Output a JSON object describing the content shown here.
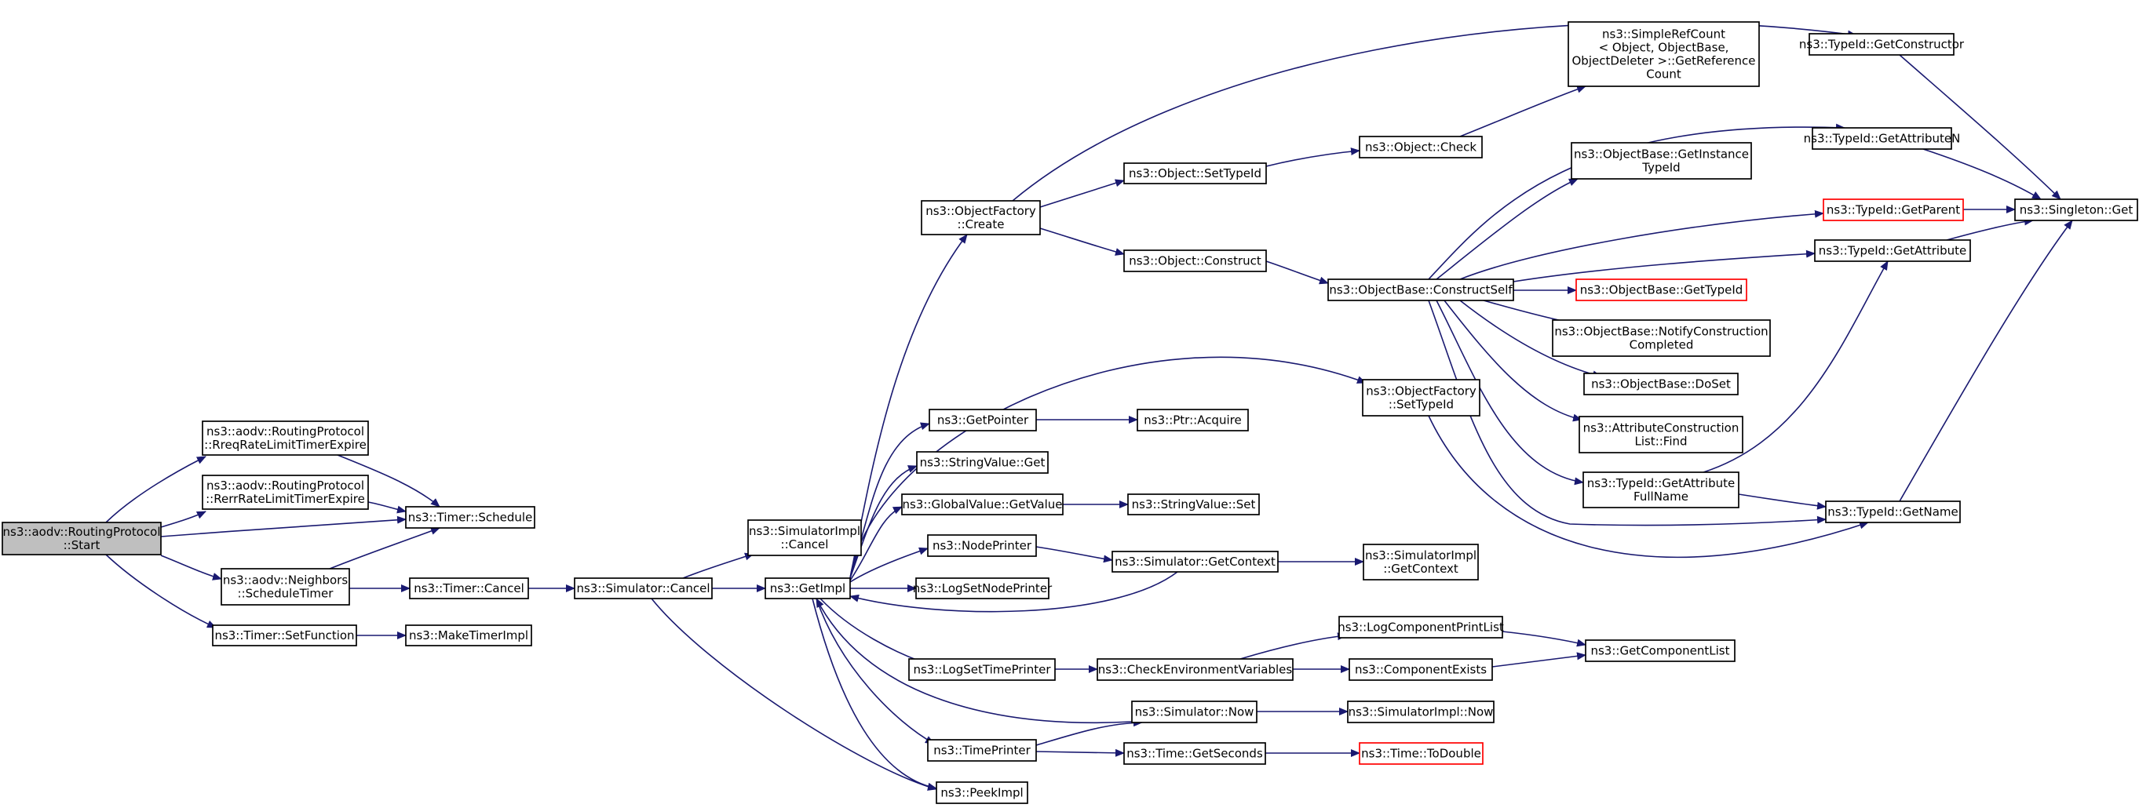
{
  "colors": {
    "edge": "#191970",
    "node_border": "#000000",
    "root_fill": "#bfbfbf",
    "highlight_border": "#ff0000"
  },
  "nodes": [
    {
      "id": "start",
      "lines": [
        "ns3::aodv::RoutingProtocol",
        "::Start"
      ],
      "style": "root"
    },
    {
      "id": "rreq",
      "lines": [
        "ns3::aodv::RoutingProtocol",
        "::RreqRateLimitTimerExpire"
      ]
    },
    {
      "id": "rerr",
      "lines": [
        "ns3::aodv::RoutingProtocol",
        "::RerrRateLimitTimerExpire"
      ]
    },
    {
      "id": "nbsched",
      "lines": [
        "ns3::aodv::Neighbors",
        "::ScheduleTimer"
      ]
    },
    {
      "id": "setfn",
      "lines": [
        "ns3::Timer::SetFunction"
      ]
    },
    {
      "id": "tsched",
      "lines": [
        "ns3::Timer::Schedule"
      ]
    },
    {
      "id": "tcancel",
      "lines": [
        "ns3::Timer::Cancel"
      ]
    },
    {
      "id": "mktimer",
      "lines": [
        "ns3::MakeTimerImpl"
      ]
    },
    {
      "id": "simcancel",
      "lines": [
        "ns3::Simulator::Cancel"
      ]
    },
    {
      "id": "simimplcancel",
      "lines": [
        "ns3::SimulatorImpl",
        "::Cancel"
      ]
    },
    {
      "id": "getimpl",
      "lines": [
        "ns3::GetImpl"
      ]
    },
    {
      "id": "ofcreate",
      "lines": [
        "ns3::ObjectFactory",
        "::Create"
      ]
    },
    {
      "id": "getptr",
      "lines": [
        "ns3::GetPointer"
      ]
    },
    {
      "id": "svget",
      "lines": [
        "ns3::StringValue::Get"
      ]
    },
    {
      "id": "gvget",
      "lines": [
        "ns3::GlobalValue::GetValue"
      ]
    },
    {
      "id": "nodeprinter",
      "lines": [
        "ns3::NodePrinter"
      ]
    },
    {
      "id": "logsetnode",
      "lines": [
        "ns3::LogSetNodePrinter"
      ]
    },
    {
      "id": "logsettime",
      "lines": [
        "ns3::LogSetTimePrinter"
      ]
    },
    {
      "id": "timeprinter",
      "lines": [
        "ns3::TimePrinter"
      ]
    },
    {
      "id": "peekimpl",
      "lines": [
        "ns3::PeekImpl"
      ]
    },
    {
      "id": "objsettypeid",
      "lines": [
        "ns3::Object::SetTypeId"
      ]
    },
    {
      "id": "objconstruct",
      "lines": [
        "ns3::Object::Construct"
      ]
    },
    {
      "id": "ptracquire",
      "lines": [
        "ns3::Ptr::Acquire"
      ]
    },
    {
      "id": "svset",
      "lines": [
        "ns3::StringValue::Set"
      ]
    },
    {
      "id": "simgetctx",
      "lines": [
        "ns3::Simulator::GetContext"
      ]
    },
    {
      "id": "checkenv",
      "lines": [
        "ns3::CheckEnvironmentVariables"
      ]
    },
    {
      "id": "simnow",
      "lines": [
        "ns3::Simulator::Now"
      ]
    },
    {
      "id": "timegetsec",
      "lines": [
        "ns3::Time::GetSeconds"
      ]
    },
    {
      "id": "objcheck",
      "lines": [
        "ns3::Object::Check"
      ]
    },
    {
      "id": "obconstructself",
      "lines": [
        "ns3::ObjectBase::ConstructSelf"
      ]
    },
    {
      "id": "ofsettypeid",
      "lines": [
        "ns3::ObjectFactory",
        "::SetTypeId"
      ]
    },
    {
      "id": "simimplgetctx",
      "lines": [
        "ns3::SimulatorImpl",
        "::GetContext"
      ]
    },
    {
      "id": "logcompprint",
      "lines": [
        "ns3::LogComponentPrintList"
      ]
    },
    {
      "id": "compexists",
      "lines": [
        "ns3::ComponentExists"
      ]
    },
    {
      "id": "simimplnow",
      "lines": [
        "ns3::SimulatorImpl::Now"
      ]
    },
    {
      "id": "todouble",
      "lines": [
        "ns3::Time::ToDouble"
      ],
      "style": "red"
    },
    {
      "id": "simplerefcount",
      "lines": [
        "ns3::SimpleRefCount",
        "< Object, ObjectBase,",
        "ObjectDeleter >::GetReference",
        "Count"
      ]
    },
    {
      "id": "obgetinst",
      "lines": [
        "ns3::ObjectBase::GetInstance",
        "TypeId"
      ]
    },
    {
      "id": "obgettypeid",
      "lines": [
        "ns3::ObjectBase::GetTypeId"
      ],
      "style": "red"
    },
    {
      "id": "obnotify",
      "lines": [
        "ns3::ObjectBase::NotifyConstruction",
        "Completed"
      ]
    },
    {
      "id": "obdoset",
      "lines": [
        "ns3::ObjectBase::DoSet"
      ]
    },
    {
      "id": "attrconstr",
      "lines": [
        "ns3::AttributeConstruction",
        "List::Find"
      ]
    },
    {
      "id": "tidgetattrfull",
      "lines": [
        "ns3::TypeId::GetAttribute",
        "FullName"
      ]
    },
    {
      "id": "getcomplist",
      "lines": [
        "ns3::GetComponentList"
      ]
    },
    {
      "id": "tidgetctor",
      "lines": [
        "ns3::TypeId::GetConstructor"
      ]
    },
    {
      "id": "tidgetattrn",
      "lines": [
        "ns3::TypeId::GetAttributeN"
      ]
    },
    {
      "id": "tidgetparent",
      "lines": [
        "ns3::TypeId::GetParent"
      ],
      "style": "red"
    },
    {
      "id": "tidgetattr",
      "lines": [
        "ns3::TypeId::GetAttribute"
      ]
    },
    {
      "id": "tidgetname",
      "lines": [
        "ns3::TypeId::GetName"
      ]
    },
    {
      "id": "singleton",
      "lines": [
        "ns3::Singleton::Get"
      ]
    }
  ]
}
